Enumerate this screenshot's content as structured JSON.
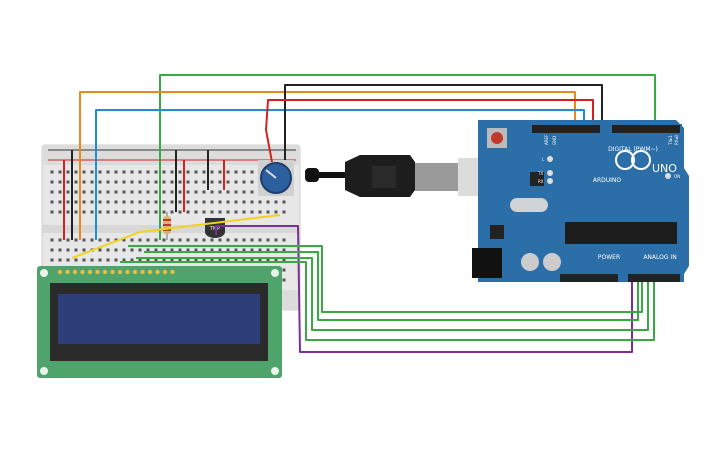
{
  "arduino": {
    "brand": "ARDUINO",
    "model": "UNO",
    "digital_label": "DIGITAL (PWM~)",
    "power_label": "POWER",
    "analog_label": "ANALOG IN",
    "on_label": "ON",
    "led_l": "L",
    "led_tx": "TX",
    "led_rx": "RX",
    "aref": "AREF",
    "gnd": "GND",
    "tx_pin": "TX▸1",
    "rx_pin": "RX◂0"
  },
  "sensor": {
    "label": "TMP"
  },
  "colors": {
    "wire_green": "#3aa845",
    "wire_orange": "#e88a1a",
    "wire_blue": "#1f8fd0",
    "wire_red": "#d42020",
    "wire_black": "#222222",
    "wire_purple": "#7b2f9a",
    "wire_yellow": "#f2d21a",
    "arduino_blue": "#2b6ea8",
    "lcd_green": "#4ea46a",
    "lcd_screen": "#2d3f78"
  }
}
